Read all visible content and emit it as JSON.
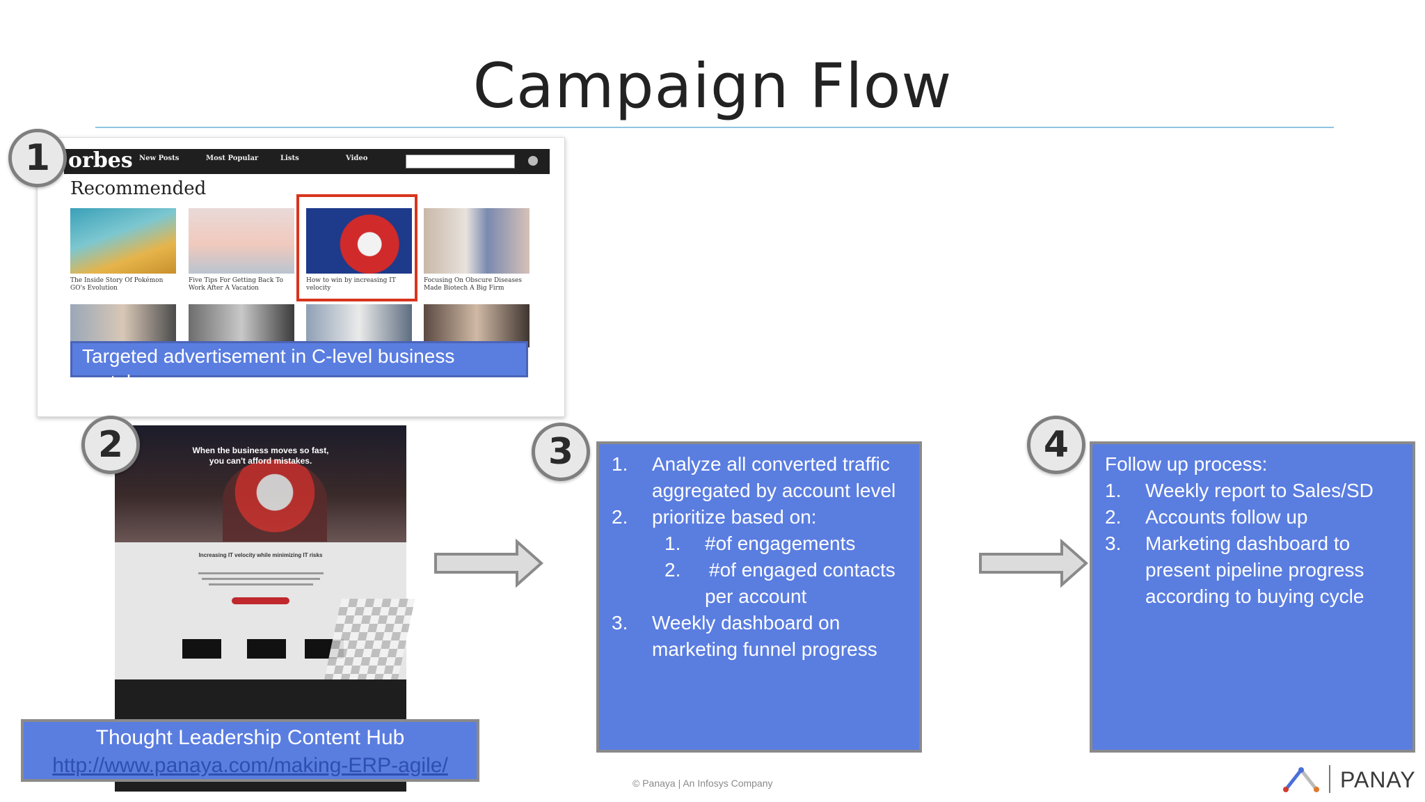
{
  "slide": {
    "title": "Campaign Flow"
  },
  "step_numbers": [
    "1",
    "2",
    "3",
    "4"
  ],
  "panel1": {
    "site_logo": "orbes",
    "nav_items": [
      "New Posts",
      "Most Popular",
      "Lists",
      "Video"
    ],
    "section_heading": "Recommended",
    "articles": [
      {
        "caption": "The Inside Story Of Pokémon GO's Evolution"
      },
      {
        "caption": "Five Tips For Getting Back To Work After A Vacation"
      },
      {
        "caption": "How to win by increasing IT velocity"
      },
      {
        "caption": "Focusing On Obscure Diseases Made Biotech A Big Firm"
      }
    ],
    "label": "Targeted advertisement in C-level business portals"
  },
  "panel2": {
    "hero_text_line1": "When the business moves so fast,",
    "hero_text_line2": "you can't afford mistakes.",
    "subheading": "Increasing IT velocity while minimizing IT risks",
    "label_title": "Thought Leadership Content Hub",
    "label_link": "http://www.panaya.com/making-ERP-agile/"
  },
  "panel3": {
    "items": [
      {
        "num": "1.",
        "text": "Analyze all converted traffic"
      },
      {
        "num": "",
        "text": "aggregated by account level"
      },
      {
        "num": "2.",
        "text": "prioritize based on:"
      },
      {
        "num": "1.",
        "text": "#of engagements"
      },
      {
        "num": "2.",
        "text": "#of engaged contacts"
      },
      {
        "num": "",
        "text": "per account"
      },
      {
        "num": "3.",
        "text": "Weekly dashboard on"
      },
      {
        "num": "",
        "text": "marketing funnel progress"
      }
    ]
  },
  "panel4": {
    "heading": "Follow up process:",
    "items": [
      {
        "num": "1.",
        "text": "Weekly report to Sales/SD"
      },
      {
        "num": "2.",
        "text": "Accounts follow up"
      },
      {
        "num": "3.",
        "text": "Marketing dashboard to"
      },
      {
        "num": "",
        "text": "present pipeline progress"
      },
      {
        "num": "",
        "text": "according to buying cycle"
      }
    ]
  },
  "footer": {
    "copyright": "© Panaya  |  An Infosys Company",
    "brand": "PANAY"
  },
  "colors": {
    "box_blue": "#5a7de0",
    "title_rule": "#8fc5df",
    "highlight_red": "#d8341d",
    "badge_border": "#7f7f7f"
  }
}
